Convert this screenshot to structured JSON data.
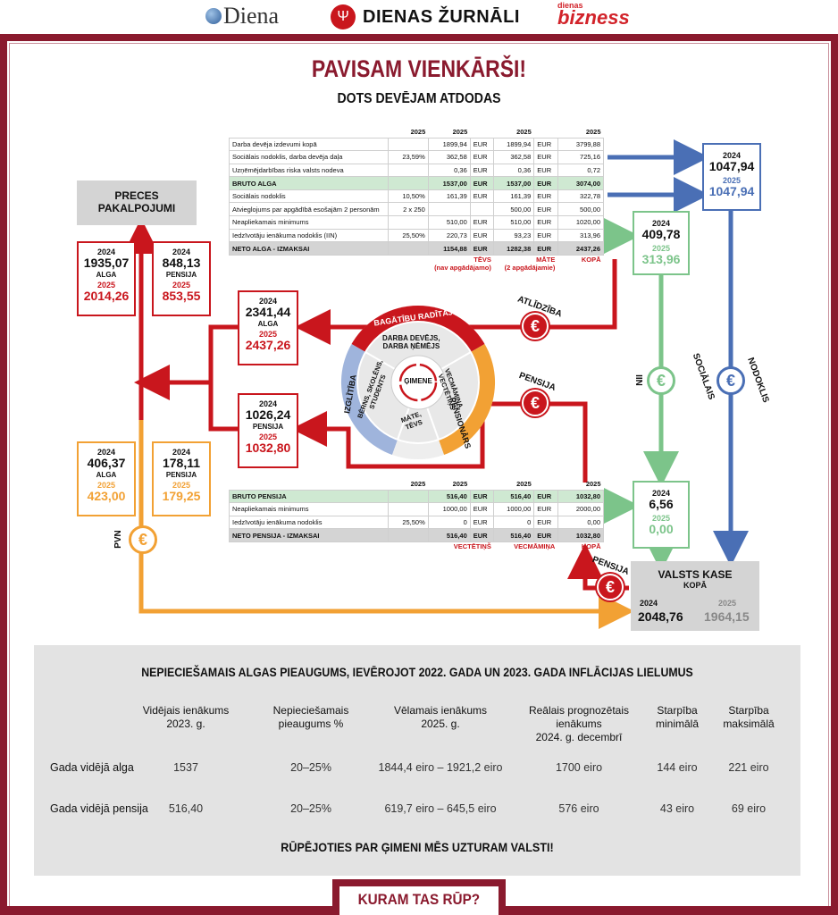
{
  "colors": {
    "red": "#c9161d",
    "maroon": "#8a1a2e",
    "blue": "#4a6fb5",
    "green": "#7cc48a",
    "orange": "#f2a134",
    "gray": "#d4d4d4"
  },
  "header": {
    "logo1": "Diena",
    "logo2": "DIENAS ŽURNĀLI",
    "logo3_small": "dienas",
    "logo3": "bizness"
  },
  "title": "PAVISAM VIENKĀRŠI!",
  "subtitle": "DOTS DEVĒJAM ATDODAS",
  "top_table": {
    "years": [
      "2025",
      "2025",
      "2025",
      "2025"
    ],
    "rows": [
      [
        "Darba devēja izdevumi kopā",
        "",
        "1899,94",
        "EUR",
        "1899,94",
        "EUR",
        "3799,88"
      ],
      [
        "Sociālais nodoklis, darba devēja daļa",
        "23,59%",
        "362,58",
        "EUR",
        "362,58",
        "EUR",
        "725,16"
      ],
      [
        "Uzņēmējdarbības riska valsts nodeva",
        "",
        "0,36",
        "EUR",
        "0,36",
        "EUR",
        "0,72"
      ],
      [
        "BRUTO ALGA",
        "",
        "1537,00",
        "EUR",
        "1537,00",
        "EUR",
        "3074,00"
      ],
      [
        "Sociālais nodoklis",
        "10,50%",
        "161,39",
        "EUR",
        "161,39",
        "EUR",
        "322,78"
      ],
      [
        "Atvieglojums par apgādībā esošajām 2 personām",
        "2 x 250",
        "",
        "",
        "500,00",
        "EUR",
        "500,00"
      ],
      [
        "Neapliekamais minimums",
        "",
        "510,00",
        "EUR",
        "510,00",
        "EUR",
        "1020,00"
      ],
      [
        "Iedzīvotāju ienākuma nodoklis (IIN)",
        "25,50%",
        "220,73",
        "EUR",
        "93,23",
        "EUR",
        "313,96"
      ],
      [
        "NETO ALGA - IZMAKSAI",
        "",
        "1154,88",
        "EUR",
        "1282,38",
        "EUR",
        "2437,26"
      ]
    ],
    "foot": [
      "TĒVS\n(nav apgādājamo)",
      "MĀTE\n(2 apgādājamie)",
      "KOPĀ"
    ]
  },
  "pension_table": {
    "years": [
      "2025",
      "2025",
      "2025",
      "2025"
    ],
    "rows": [
      [
        "BRUTO PENSIJA",
        "",
        "516,40",
        "EUR",
        "516,40",
        "EUR",
        "1032,80"
      ],
      [
        "Neapliekamais minimums",
        "",
        "1000,00",
        "EUR",
        "1000,00",
        "EUR",
        "2000,00"
      ],
      [
        "Iedzīvotāju ienākuma nodoklis",
        "25,50%",
        "0",
        "EUR",
        "0",
        "EUR",
        "0,00"
      ],
      [
        "NETO PENSIJA - IZMAKSAI",
        "",
        "516,40",
        "EUR",
        "516,40",
        "EUR",
        "1032,80"
      ]
    ],
    "foot": [
      "VECTĒTIŅŠ",
      "VECMĀMIŅA",
      "KOPĀ"
    ]
  },
  "boxes": {
    "soc": {
      "y1": "2024",
      "v1": "1047,94",
      "y2": "2025",
      "v2": "1047,94"
    },
    "iin": {
      "y1": "2024",
      "v1": "409,78",
      "y2": "2025",
      "v2": "313,96"
    },
    "pens_iin": {
      "y1": "2024",
      "v1": "6,56",
      "y2": "2025",
      "v2": "0,00"
    },
    "alga_mid": {
      "y1": "2024",
      "v1": "2341,44",
      "l": "ALGA",
      "y2": "2025",
      "v2": "2437,26"
    },
    "pens_mid": {
      "y1": "2024",
      "v1": "1026,24",
      "l": "PENSIJA",
      "y2": "2025",
      "v2": "1032,80"
    },
    "alga_red": {
      "y1": "2024",
      "v1": "1935,07",
      "l": "ALGA",
      "y2": "2025",
      "v2": "2014,26"
    },
    "pens_red": {
      "y1": "2024",
      "v1": "848,13",
      "l": "PENSIJA",
      "y2": "2025",
      "v2": "853,55"
    },
    "alga_or": {
      "y1": "2024",
      "v1": "406,37",
      "l": "ALGA",
      "y2": "2025",
      "v2": "423,00"
    },
    "pens_or": {
      "y1": "2024",
      "v1": "178,11",
      "l": "PENSIJA",
      "y2": "2025",
      "v2": "179,25"
    }
  },
  "preces": "PRECES\nPAKALPOJUMI",
  "kase": {
    "title": "VALSTS KASE",
    "sub": "KOPĀ",
    "y1": "2024",
    "v1": "2048,76",
    "y2": "2025",
    "v2": "1964,15"
  },
  "arrow_labels": {
    "atlidziba": "ATLĪDZĪBA",
    "pensija1": "PENSIJA",
    "pensija2": "PENSIJA",
    "iin": "IIN",
    "soc": "SOCIĀLAIS",
    "nod": "NODOKLIS",
    "pvn": "PVN",
    "euro": "€"
  },
  "wheel": {
    "top": "BAGĀTĪBU RADĪTĀJS",
    "right": "PENSIONĀRS",
    "left": "IZGLĪTĪBA",
    "inner_top": "DARBA DEVĒJS,\nDARBA ŅĒMĒJS",
    "inner_right": "VECMĀMIŅA,\nVECTĒTIŅŠ",
    "inner_left": "BĒRNS, SKOLĒNS,\nSTUDENTS",
    "inner_bottom": "MĀTE,\nTĒVS",
    "center": "ĢIMENE"
  },
  "bottom": {
    "heading": "NEPIECIEŠAMAIS ALGAS PIEAUGUMS, IEVĒROJOT 2022. GADA UN 2023. GADA INFLĀCIJAS LIELUMUS",
    "cols": [
      "Vidējais ienākums\n2023. g.",
      "Nepieciešamais\npieaugums %",
      "Vēlamais ienākums\n2025. g.",
      "Reālais prognozētais\nienākums\n2024. g. decembrī",
      "Starpība\nminimālā",
      "Starpība\nmaksimālā"
    ],
    "rows": [
      {
        "label": "Gada vidējā alga",
        "cells": [
          "1537",
          "20–25%",
          "1844,4 eiro – 1921,2 eiro",
          "1700 eiro",
          "144 eiro",
          "221 eiro"
        ]
      },
      {
        "label": "Gada vidējā pensija",
        "cells": [
          "516,40",
          "20–25%",
          "619,7 eiro – 645,5 eiro",
          "576 eiro",
          "43 eiro",
          "69 eiro"
        ]
      }
    ],
    "slogan": "RŪPĒJOTIES PAR ĢIMENI MĒS UZTURAM VALSTI!",
    "footer": "KURAM TAS RŪP?"
  }
}
